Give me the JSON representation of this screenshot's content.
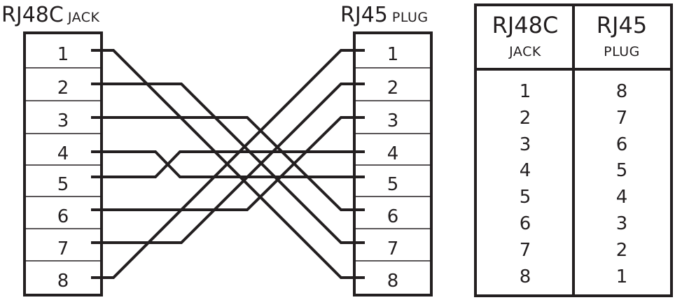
{
  "jack": {
    "title": "RJ48C",
    "subtitle": "JACK",
    "pins": [
      "1",
      "2",
      "3",
      "4",
      "5",
      "6",
      "7",
      "8"
    ]
  },
  "plug": {
    "title": "RJ45",
    "subtitle": "PLUG",
    "pins": [
      "1",
      "2",
      "3",
      "4",
      "5",
      "6",
      "7",
      "8"
    ]
  },
  "wiring": [
    {
      "jack_pin": 1,
      "plug_pin": 8
    },
    {
      "jack_pin": 2,
      "plug_pin": 7
    },
    {
      "jack_pin": 3,
      "plug_pin": 6
    },
    {
      "jack_pin": 4,
      "plug_pin": 5
    },
    {
      "jack_pin": 5,
      "plug_pin": 4
    },
    {
      "jack_pin": 6,
      "plug_pin": 3
    },
    {
      "jack_pin": 7,
      "plug_pin": 2
    },
    {
      "jack_pin": 8,
      "plug_pin": 1
    }
  ],
  "table": {
    "columns": [
      {
        "title": "RJ48C",
        "subtitle": "JACK"
      },
      {
        "title": "RJ45",
        "subtitle": "PLUG"
      }
    ],
    "rows": [
      [
        "1",
        "8"
      ],
      [
        "2",
        "7"
      ],
      [
        "3",
        "6"
      ],
      [
        "4",
        "5"
      ],
      [
        "5",
        "4"
      ],
      [
        "6",
        "3"
      ],
      [
        "7",
        "2"
      ],
      [
        "8",
        "1"
      ]
    ]
  },
  "colors": {
    "ink": "#231f20",
    "background": "#ffffff"
  }
}
